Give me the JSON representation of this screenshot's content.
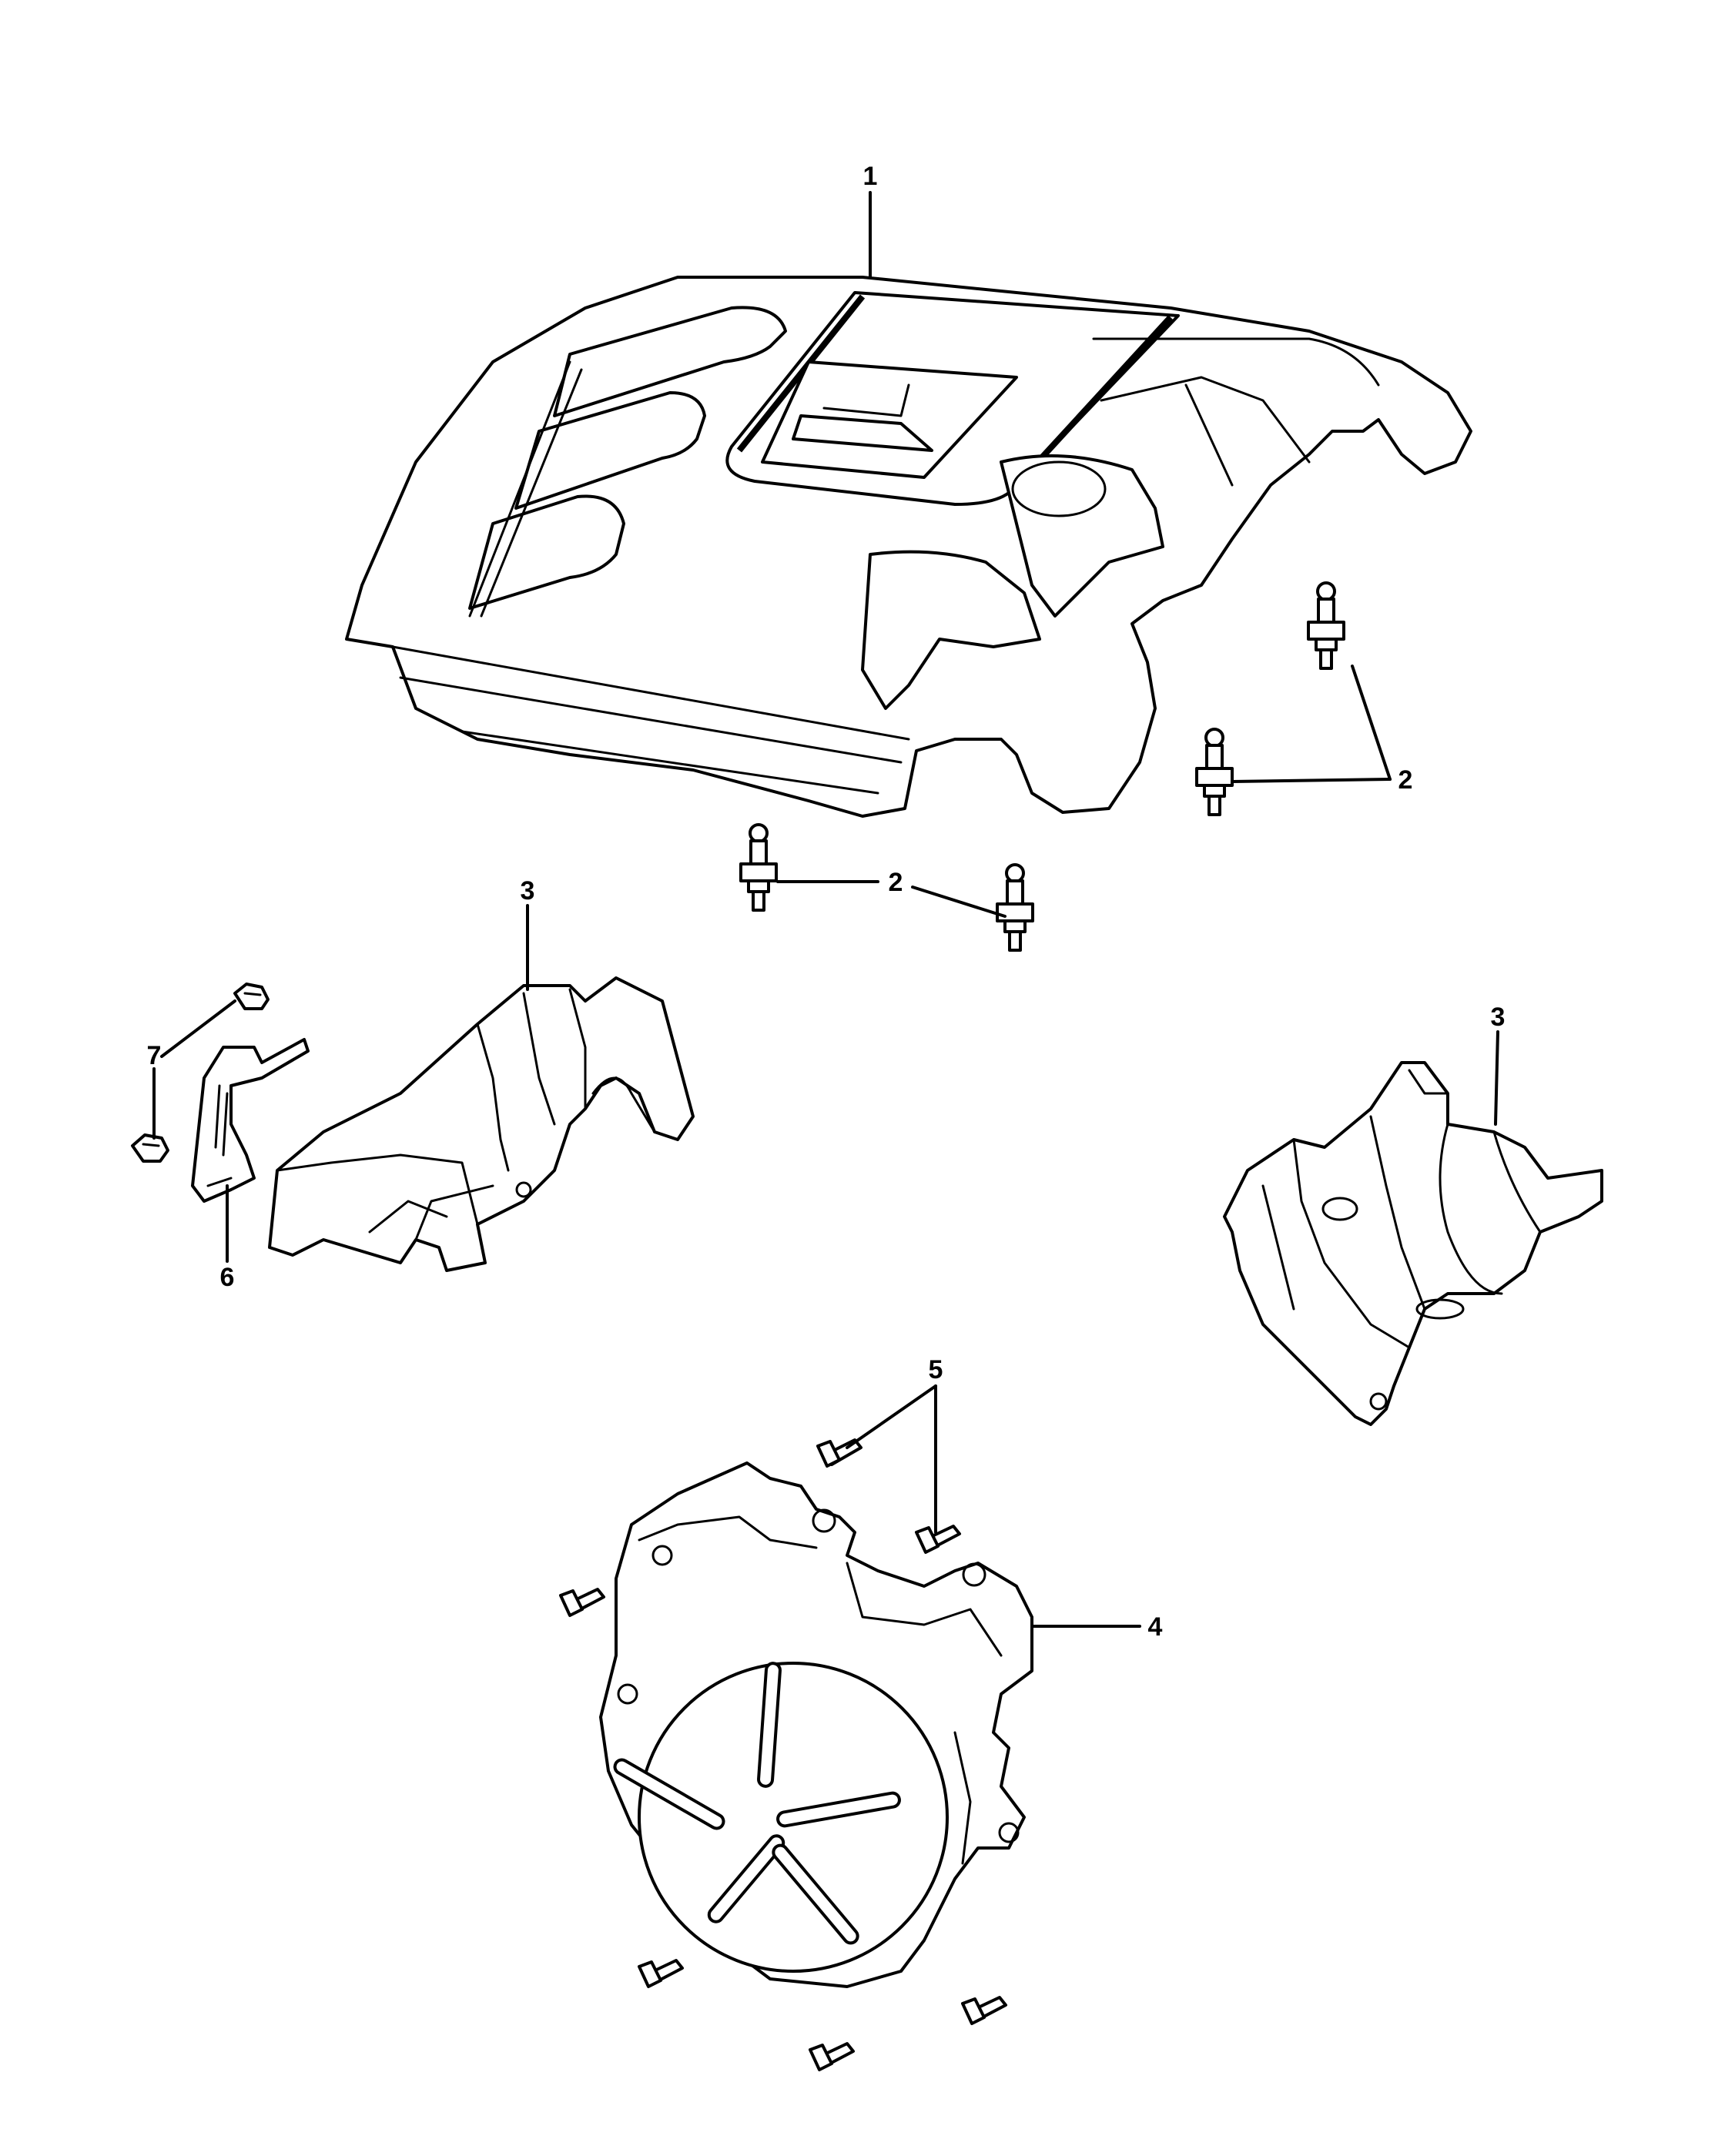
{
  "callouts": {
    "c1": "1",
    "c2a": "2",
    "c2b": "2",
    "c3a": "3",
    "c3b": "3",
    "c4": "4",
    "c5": "5",
    "c6": "6",
    "c7": "7"
  }
}
